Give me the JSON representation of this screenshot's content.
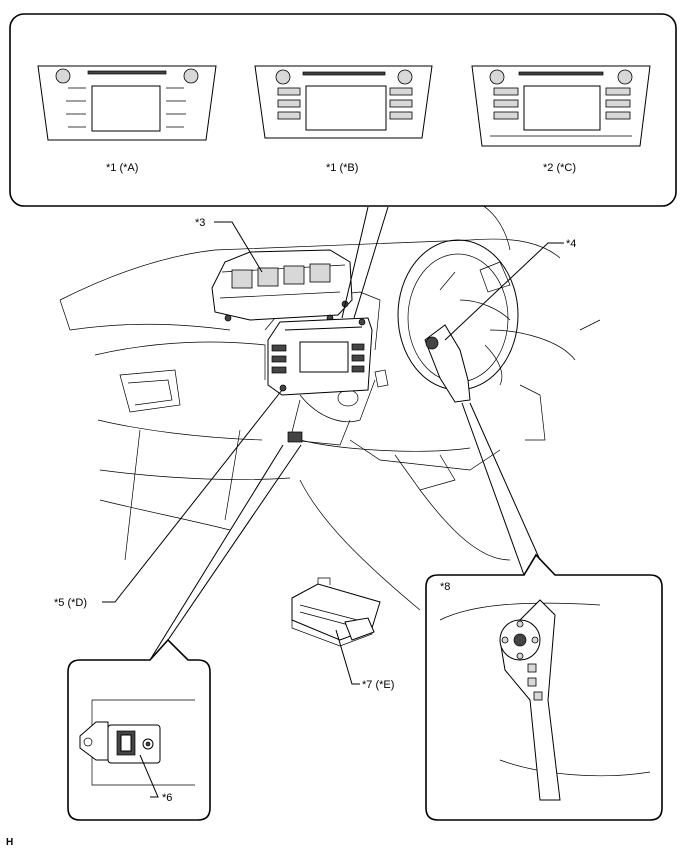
{
  "labels": {
    "radio_a": "*1 (*A)",
    "radio_b": "*1 (*B)",
    "radio_c": "*2 (*C)",
    "cluster": "*3",
    "steering_column": "*4",
    "audio_unit": "*5 (*D)",
    "usb_port": "*6",
    "amplifier": "*7 (*E)",
    "steering_switch": "*8"
  },
  "footer": {
    "code": "H"
  }
}
